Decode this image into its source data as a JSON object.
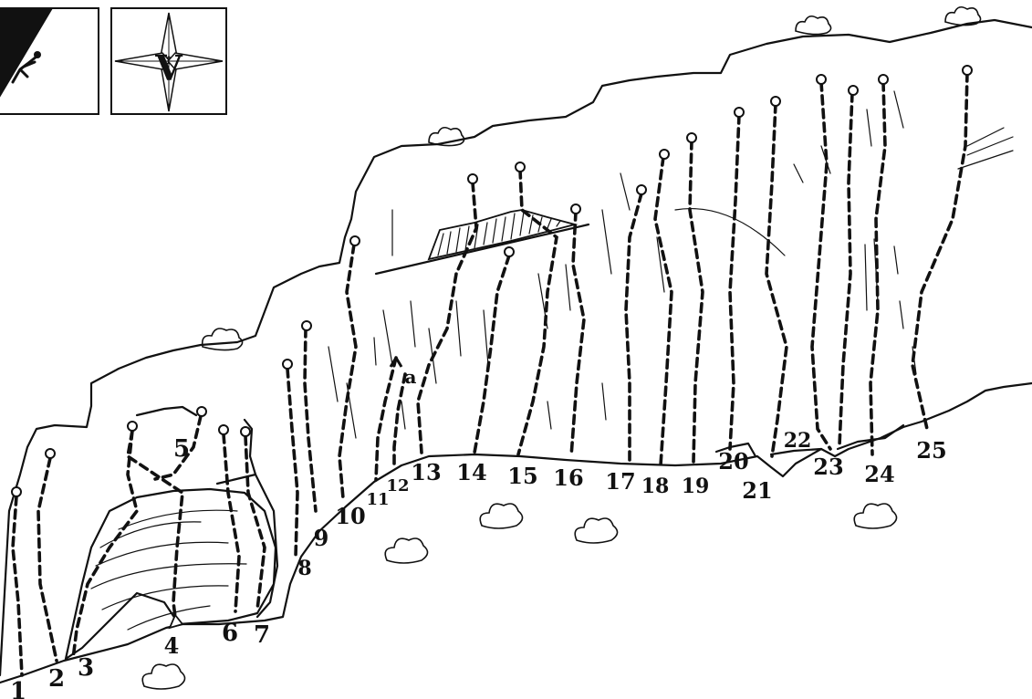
{
  "routes": [
    {
      "number": "1"
    },
    {
      "number": "2"
    },
    {
      "number": "3"
    },
    {
      "number": "4"
    },
    {
      "number": "5"
    },
    {
      "number": "6"
    },
    {
      "number": "7"
    },
    {
      "number": "8"
    },
    {
      "number": "9"
    },
    {
      "number": "10"
    },
    {
      "number": "11"
    },
    {
      "number": "12"
    },
    {
      "number": "13"
    },
    {
      "number": "14"
    },
    {
      "number": "15"
    },
    {
      "number": "16"
    },
    {
      "number": "17"
    },
    {
      "number": "18"
    },
    {
      "number": "19"
    },
    {
      "number": "20"
    },
    {
      "number": "21"
    },
    {
      "number": "22"
    },
    {
      "number": "23"
    },
    {
      "number": "24"
    },
    {
      "number": "25"
    }
  ],
  "orientation_icon": {
    "letter": "V"
  },
  "annotation": {
    "label": "a"
  },
  "icons": [
    "overhang-climber-icon",
    "compass-rose-icon",
    "bush-icon",
    "anchor-icon"
  ],
  "colors": {
    "ink": "#111111",
    "paper": "#ffffff"
  }
}
